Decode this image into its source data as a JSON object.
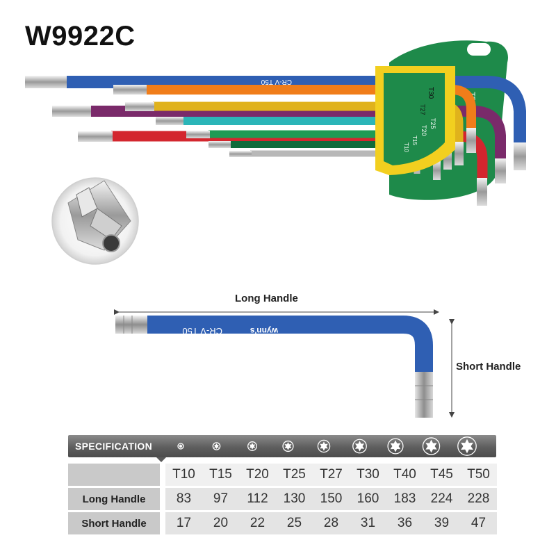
{
  "product": {
    "model": "W9922C"
  },
  "brand_mark": "wynn's",
  "tool_engravings": {
    "long_key": "CR-V T50",
    "holder_sizes": [
      "T50",
      "T30",
      "T27",
      "T25",
      "T20",
      "T15",
      "T10"
    ]
  },
  "dimension_labels": {
    "long_handle": "Long Handle",
    "short_handle": "Short Handle"
  },
  "spec_table": {
    "header": "SPECIFICATION",
    "sizes": [
      "T10",
      "T15",
      "T20",
      "T25",
      "T27",
      "T30",
      "T40",
      "T45",
      "T50"
    ],
    "rows": [
      {
        "label": "Long Handle",
        "values": [
          "83",
          "97",
          "112",
          "130",
          "150",
          "160",
          "183",
          "224",
          "228"
        ]
      },
      {
        "label": "Short Handle",
        "values": [
          "17",
          "20",
          "22",
          "25",
          "28",
          "31",
          "36",
          "39",
          "47"
        ]
      }
    ]
  },
  "colors": {
    "blue_key": "#2f5fb3",
    "orange_key": "#f07d1a",
    "yellow_key": "#e0b21c",
    "purple_key": "#7a2a6a",
    "cyan_key": "#2bb5b8",
    "red_key": "#d3262e",
    "green_key": "#1f9a54",
    "grey_key": "#b8b8b8",
    "holder_green": "#1e8a4a",
    "holder_yellow": "#f2cf1f",
    "spec_header": "#5e5e5e"
  }
}
